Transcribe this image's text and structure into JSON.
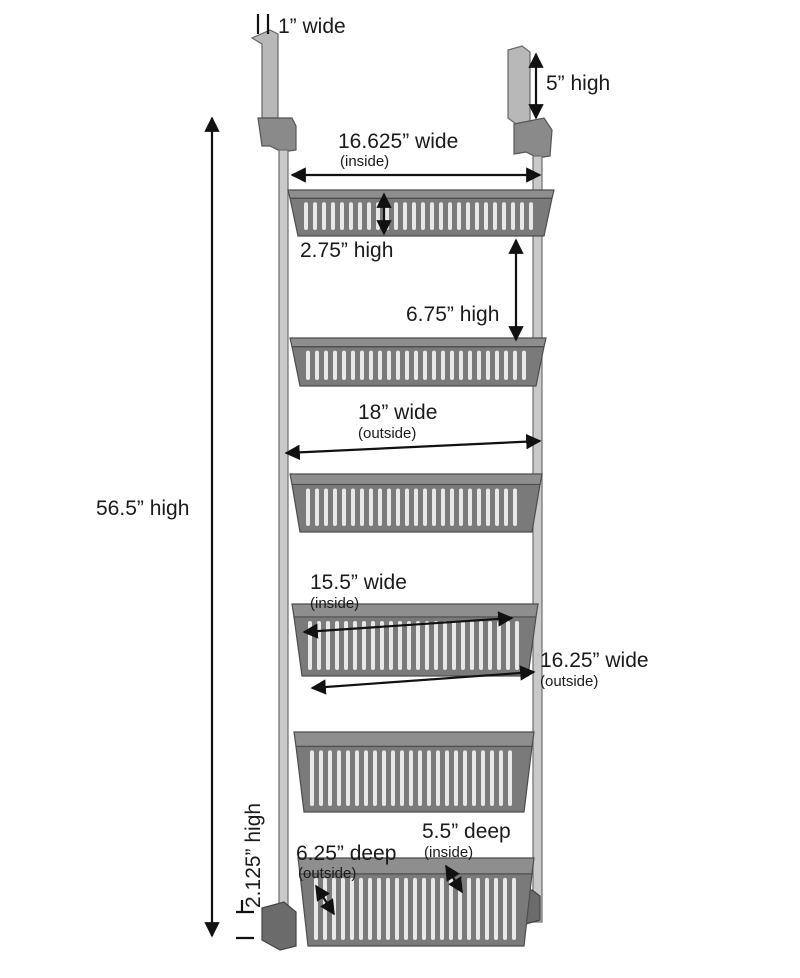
{
  "colors": {
    "basket": "#7a7a7a",
    "pole": "#c9c9c9",
    "hook": "#8a8a8a",
    "text": "#1a1a1a"
  },
  "labels": {
    "hook_width": "1” wide",
    "hook_height": "5” high",
    "top_inside_width": "16.625” wide",
    "top_inside_width_note": "(inside)",
    "basket_height": "2.75” high",
    "basket_spacing": "6.75” high",
    "outside_width": "18” wide",
    "outside_width_note": "(outside)",
    "overall_height": "56.5” high",
    "basket_inside_width": "15.5” wide",
    "basket_inside_width_note": "(inside)",
    "basket_outside_width": "16.25” wide",
    "basket_outside_width_note": "(outside)",
    "bottom_clearance": "2.125” high",
    "depth_outside": "6.25” deep",
    "depth_outside_note": "(outside)",
    "depth_inside": "5.5” deep",
    "depth_inside_note": "(inside)"
  }
}
